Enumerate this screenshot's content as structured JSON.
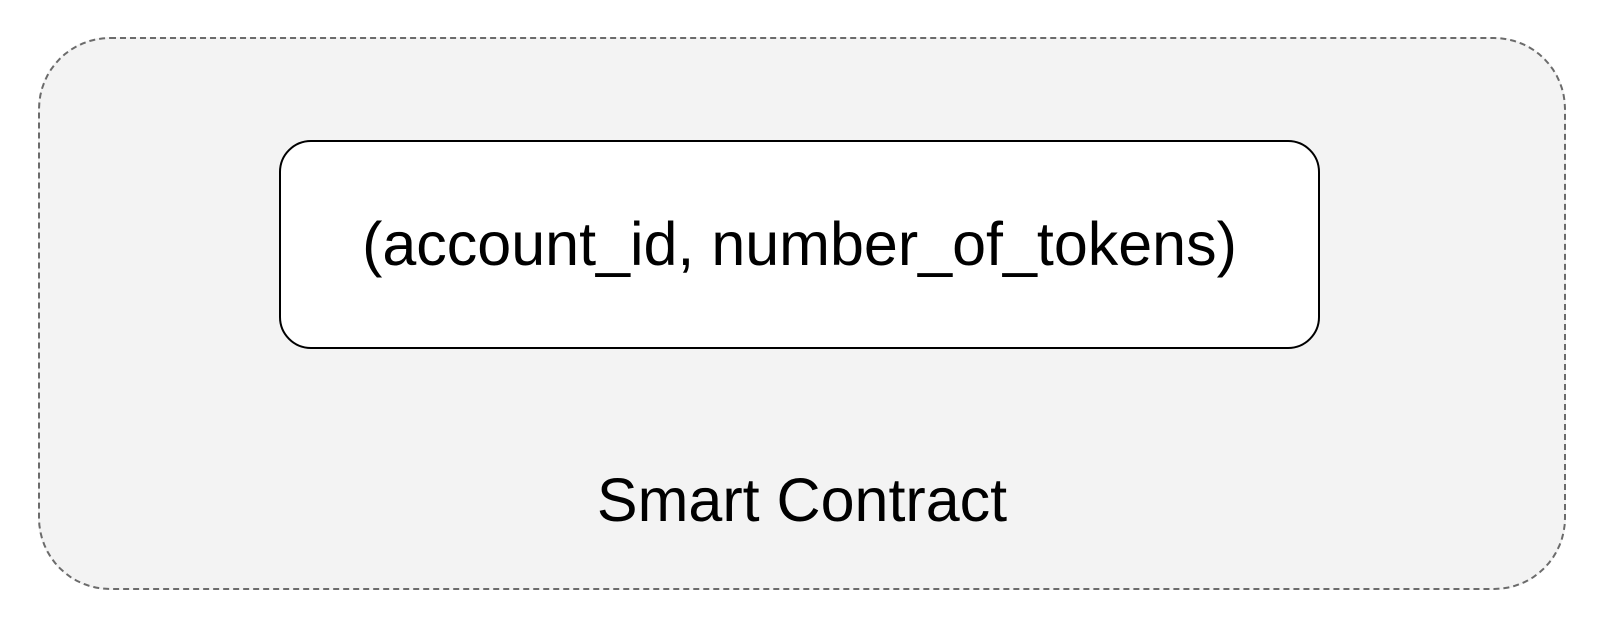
{
  "diagram": {
    "container": {
      "label": "Smart Contract",
      "fill_color": "#f3f3f3",
      "border_color": "#6b6b6b",
      "border_style": "dashed"
    },
    "data_box": {
      "text": "(account_id, number_of_tokens)",
      "fill_color": "#ffffff",
      "border_color": "#000000"
    }
  }
}
